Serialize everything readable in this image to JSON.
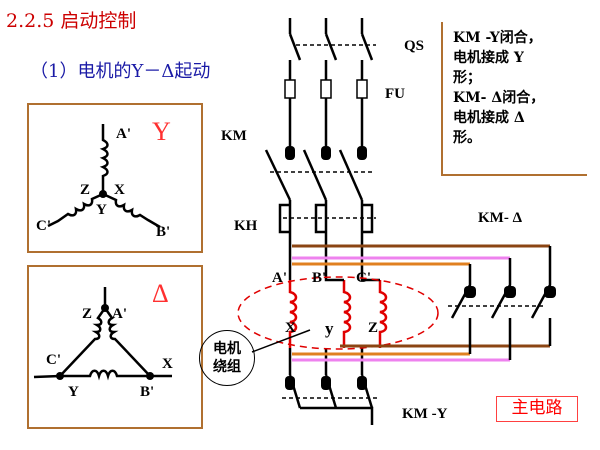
{
  "title": "2.2.5 启动控制",
  "subtitle": "（1）电机的Y－Δ起动",
  "note_lines": [
    "KM -Y闭合，",
    "电机接成 Y",
    "形；",
    "KM- Δ闭合，",
    "电机接成 Δ",
    "形。"
  ],
  "labels": {
    "qs": "QS",
    "fu": "FU",
    "km": "KM",
    "kh": "KH",
    "km_delta": "KM- Δ",
    "km_y": "KM -Y",
    "a1": "A'",
    "b1": "B'",
    "c1": "C'",
    "x": "X",
    "y": "y",
    "z": "Z",
    "star_symbol": "Y",
    "star_a1": "A'",
    "star_z": "Z",
    "star_x": "X",
    "star_y": "Y",
    "star_c1": "C'",
    "star_b1": "B'",
    "delta_symbol": "Δ",
    "delta_z": "Z",
    "delta_a1": "A'",
    "delta_c1": "C'",
    "delta_x": "X",
    "delta_y": "Y",
    "delta_b1": "B'"
  },
  "callout_lines": [
    "电机",
    "绕组"
  ],
  "main_circuit_label": "主电路",
  "colors": {
    "title": "#cc0000",
    "subtitle": "#1a1aa6",
    "coil": "#e00000",
    "brown": "#8b4513",
    "pink": "#ee82ee",
    "orange": "#e08020"
  }
}
